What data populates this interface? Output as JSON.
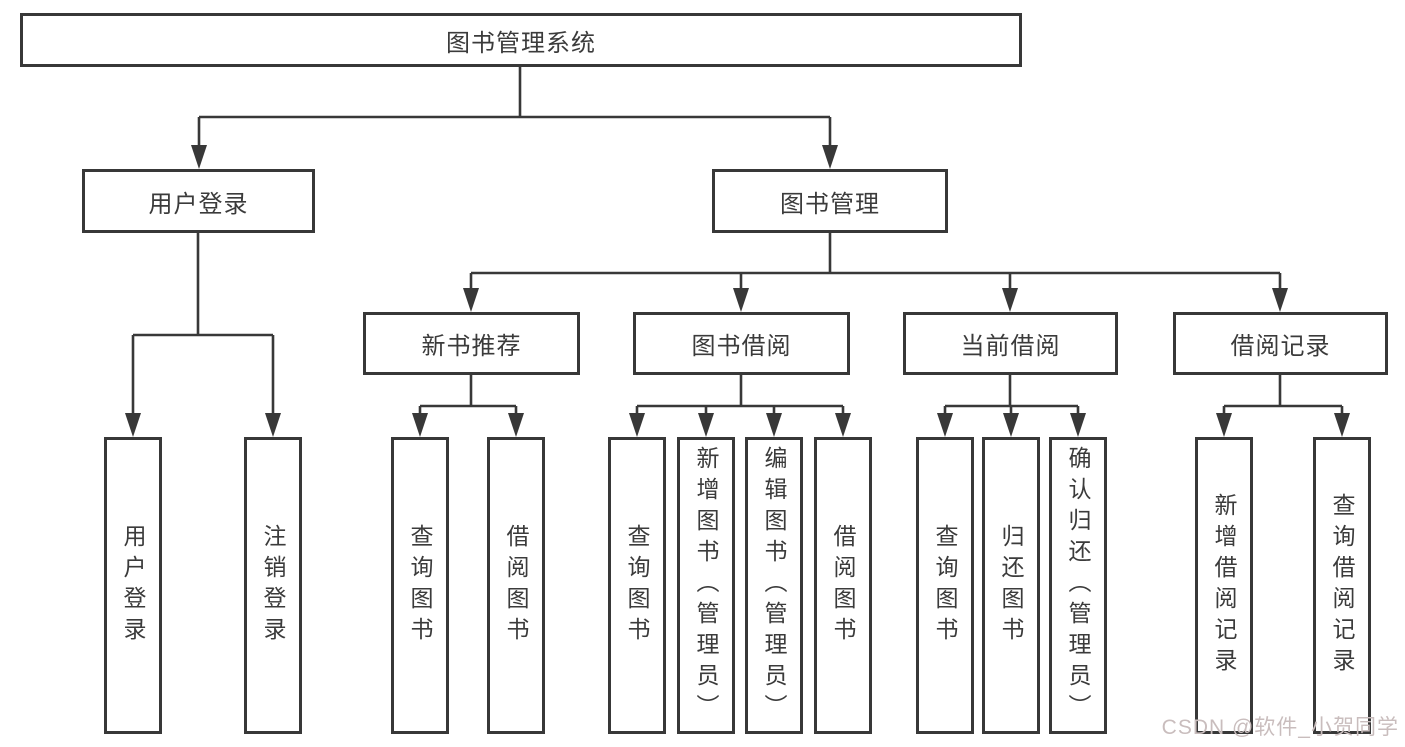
{
  "diagram": {
    "root": {
      "label": "图书管理系统"
    },
    "level2": [
      {
        "label": "用户登录"
      },
      {
        "label": "图书管理"
      }
    ],
    "level3": [
      {
        "label": "新书推荐"
      },
      {
        "label": "图书借阅"
      },
      {
        "label": "当前借阅"
      },
      {
        "label": "借阅记录"
      }
    ],
    "level4": {
      "under_user_login": [
        {
          "label": "用户登录"
        },
        {
          "label": "注销登录"
        }
      ],
      "under_new_book_recommend": [
        {
          "label": "查询图书"
        },
        {
          "label": "借阅图书"
        }
      ],
      "under_book_borrow": [
        {
          "label": "查询图书"
        },
        {
          "label": "新增图书（管理员）"
        },
        {
          "label": "编辑图书（管理员）"
        },
        {
          "label": "借阅图书"
        }
      ],
      "under_current_borrow": [
        {
          "label": "查询图书"
        },
        {
          "label": "归还图书"
        },
        {
          "label": "确认归还（管理员）"
        }
      ],
      "under_borrow_records": [
        {
          "label": "新增借阅记录"
        },
        {
          "label": "查询借阅记录"
        }
      ]
    }
  },
  "watermark": {
    "text": "CSDN @软件_小贺同学"
  },
  "colors": {
    "line": "#383838",
    "text": "#3b3b3b",
    "box_background": "#ffffff",
    "watermark": "#c9bdbd"
  }
}
